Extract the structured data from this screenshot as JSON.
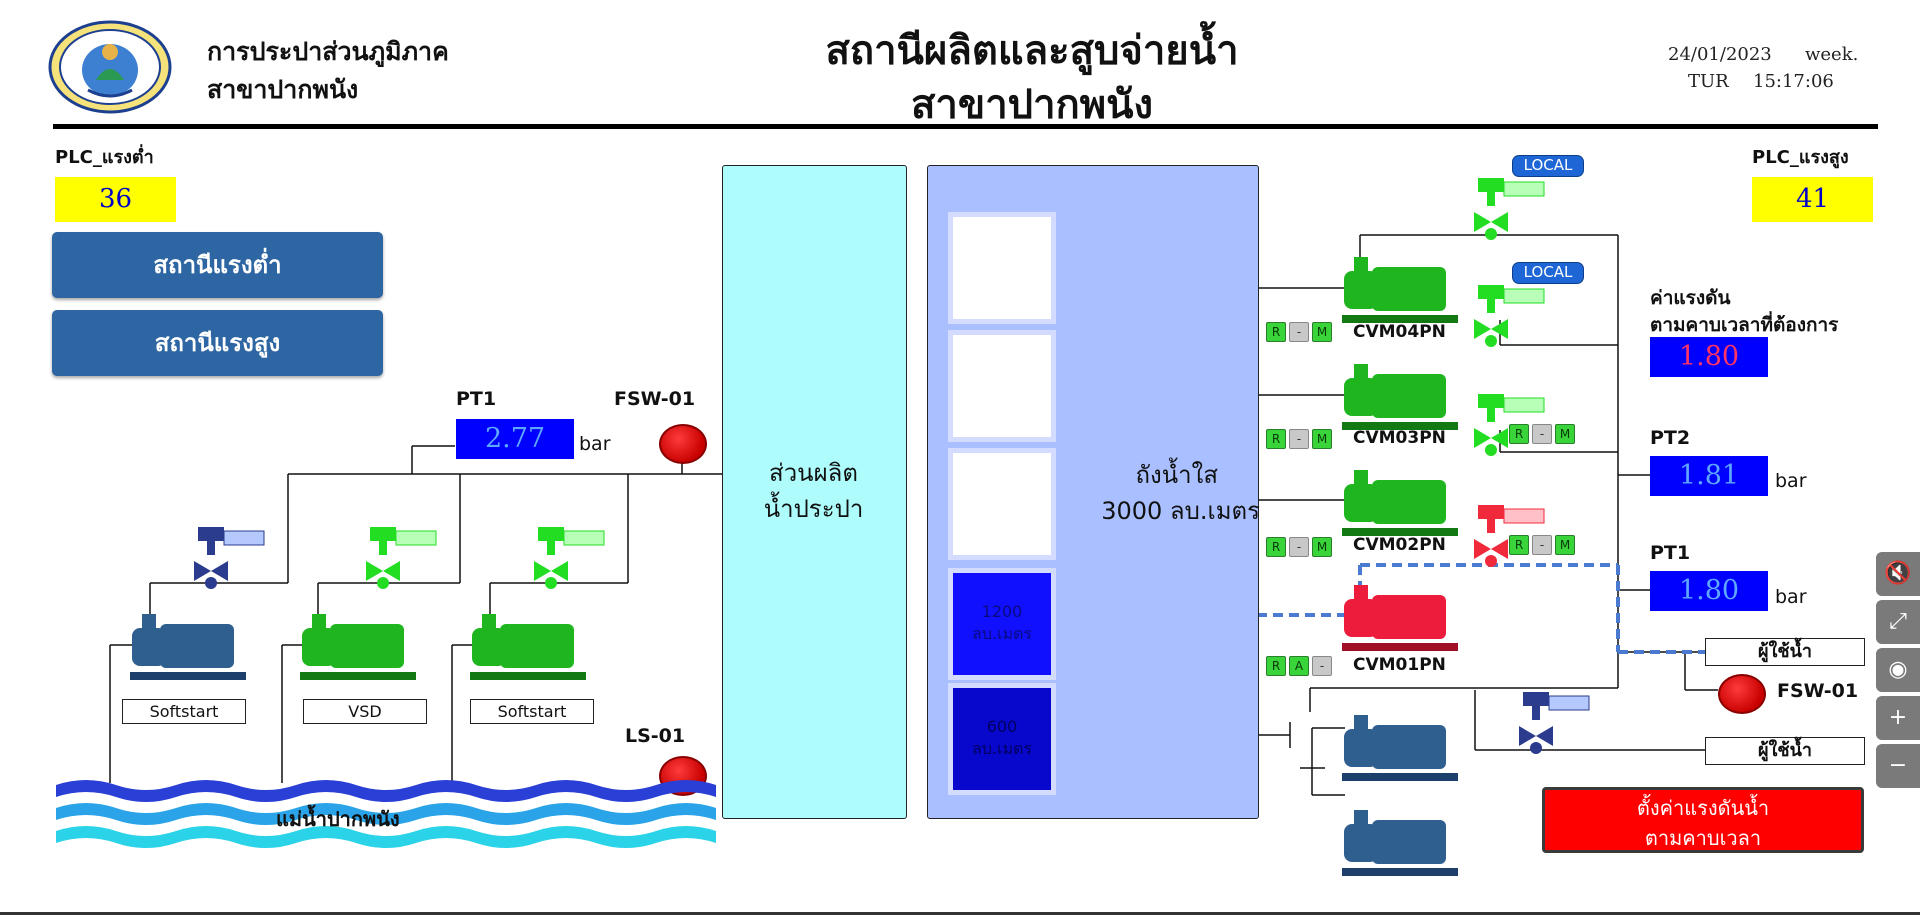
{
  "header": {
    "org_line1": "การประปาส่วนภูมิภาค",
    "org_line2": "สาขาปากพนัง",
    "title_line1": "สถานีผลิตและสูบจ่ายน้ำ",
    "title_line2": "สาขาปากพนัง",
    "date": "24/01/2023",
    "weekday_label": "week.",
    "weekday": "TUR",
    "time": "15:17:06"
  },
  "plc_low": {
    "label": "PLC_แรงต่ำ",
    "value": "36"
  },
  "plc_high": {
    "label": "PLC_แรงสูง",
    "value": "41"
  },
  "nav": {
    "low_station": "สถานีแรงต่ำ",
    "high_station": "สถานีแรงสูง"
  },
  "left": {
    "pt1_label": "PT1",
    "pt1_value": "2.77",
    "unit": "bar",
    "fsw_label": "FSW-01",
    "ls_label": "LS-01",
    "pumps": [
      "Softstart",
      "VSD",
      "Softstart"
    ],
    "river": "แม่น้ำปากพนัง"
  },
  "production": {
    "line1": "ส่วนผลิต",
    "line2": "น้ำประปา"
  },
  "tank": {
    "line1": "ถังน้ำใส",
    "line2": "3000 ลบ.เมตร",
    "levels": [
      {
        "value": "1200",
        "unit": "ลบ.เมตร"
      },
      {
        "value": "600",
        "unit": "ลบ.เมตร"
      }
    ]
  },
  "right": {
    "local": "LOCAL",
    "pumps": [
      "CVM04PN",
      "CVM03PN",
      "CVM02PN",
      "CVM01PN"
    ],
    "rm": {
      "r": "R",
      "dash": "-",
      "m": "M",
      "a": "A"
    },
    "target_label_line1": "ค่าแรงดัน",
    "target_label_line2": "ตามคาบเวลาที่ต้องการ",
    "target_value": "1.80",
    "pt2_label": "PT2",
    "pt2_value": "1.81",
    "pt1_label": "PT1",
    "pt1_value": "1.80",
    "unit": "bar",
    "user": "ผู้ใช้น้ำ",
    "fsw_label": "FSW-01",
    "set_button_line1": "ตั้งค่าแรงดันน้ำ",
    "set_button_line2": "ตามคาบเวลา"
  },
  "tools": [
    "mute-icon",
    "fullscreen-icon",
    "view-icon",
    "zoom-in-icon",
    "zoom-out-icon"
  ]
}
